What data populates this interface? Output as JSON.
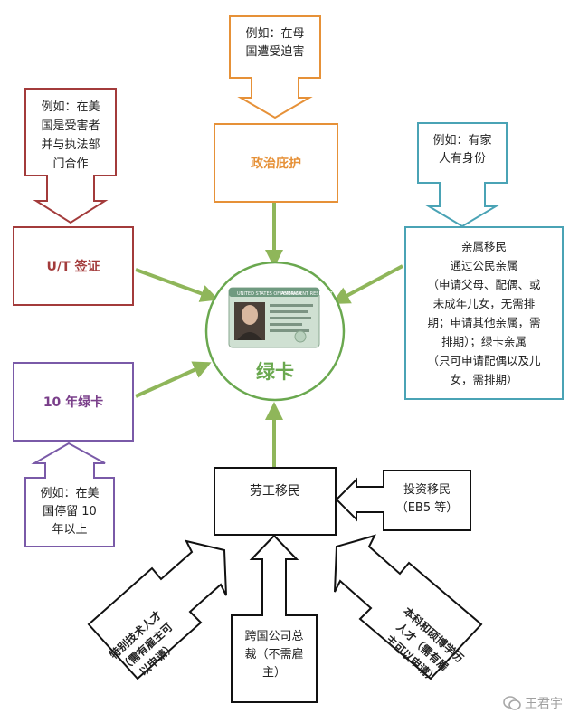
{
  "center": {
    "label": "绿卡",
    "card_header_left": "UNITED STATES OF AMERICA",
    "card_header_right": "PERMANENT RESIDENT",
    "color": "#6aa84f"
  },
  "political": {
    "label": "政治庇护",
    "example": [
      "例如：在母",
      "国遭受迫害"
    ],
    "color": "#e69138"
  },
  "ut_visa": {
    "label": "U/T 签证",
    "example": [
      "例如：在美",
      "国是受害者",
      "并与执法部",
      "门合作"
    ],
    "color": "#a33b3b"
  },
  "ten_year": {
    "label": "10 年绿卡",
    "example": [
      "例如：在美",
      "国停留 10",
      "年以上"
    ],
    "color": "#7a5aa8"
  },
  "family": {
    "lines": [
      "亲属移民",
      "通过公民亲属",
      "（申请父母、配偶、或",
      "未成年儿女，无需排",
      "期；申请其他亲属，需",
      "排期）；绿卡亲属",
      "（只可申请配偶以及儿",
      "女，需排期）"
    ],
    "example": [
      "例如：有家",
      "人有身份"
    ],
    "color": "#4aa3b5"
  },
  "employment": {
    "label": "劳工移民",
    "investment": [
      "投资移民",
      "（EB5 等）"
    ],
    "special": [
      "特别技术人才",
      "（需有雇主可",
      "以申请）"
    ],
    "executive": [
      "跨国公司总",
      "裁（不需雇",
      "主）"
    ],
    "degree": [
      "本科和硕博学历",
      "人才（需有雇",
      "主可以申请）"
    ]
  },
  "arrow_color": "#8fb65a",
  "watermark": "王君宇"
}
